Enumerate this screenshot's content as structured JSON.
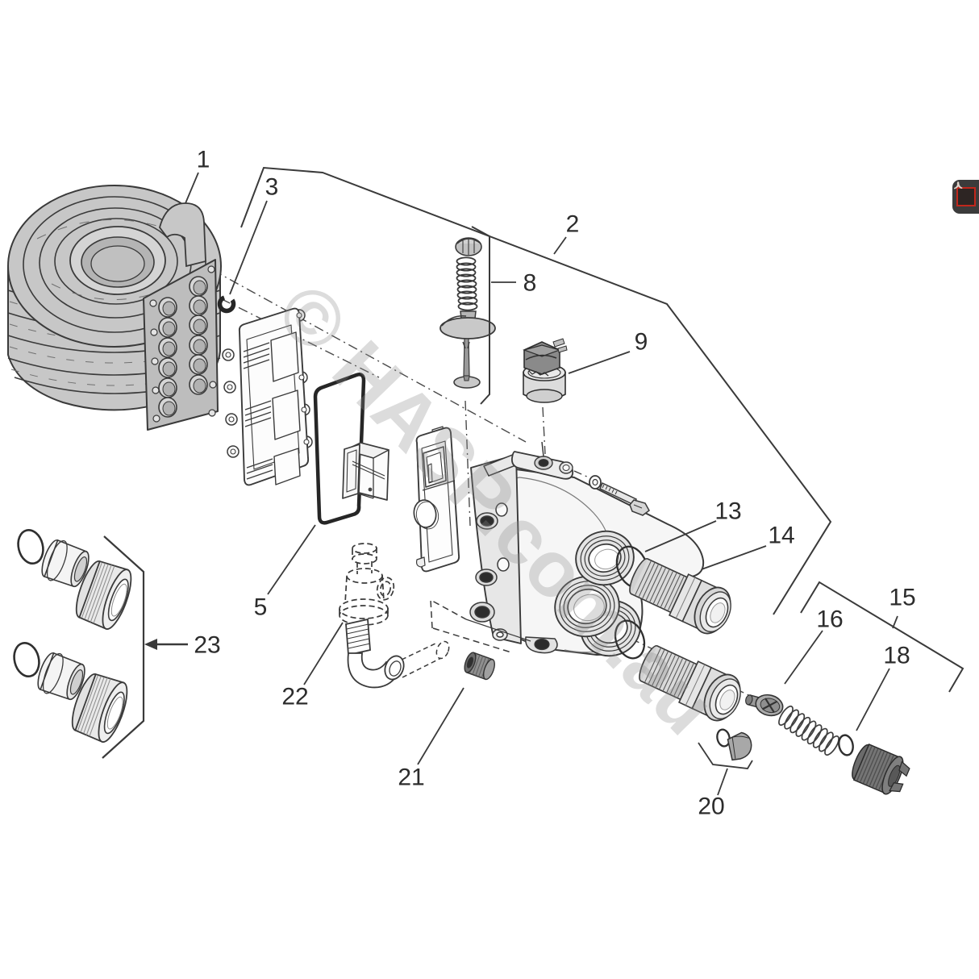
{
  "page": {
    "background": "#ffffff"
  },
  "pdf_button": {
    "icon": "adobe-pdf-icon",
    "bg": "#3b3b3b",
    "logo_red": "#c1271c",
    "glyph_color": "#ded3cb"
  },
  "watermark": {
    "text": "© HASP.com.au",
    "color": "#8c8c8c",
    "opacity": "0.30"
  },
  "diagram": {
    "type": "exploded-parts-diagram",
    "line_color": "#3a3a3a",
    "callouts": [
      {
        "label": "1"
      },
      {
        "label": "2"
      },
      {
        "label": "3"
      },
      {
        "label": "5"
      },
      {
        "label": "8"
      },
      {
        "label": "9"
      },
      {
        "label": "13"
      },
      {
        "label": "14"
      },
      {
        "label": "15"
      },
      {
        "label": "16"
      },
      {
        "label": "18"
      },
      {
        "label": "20"
      },
      {
        "label": "21"
      },
      {
        "label": "22"
      },
      {
        "label": "23"
      }
    ]
  }
}
